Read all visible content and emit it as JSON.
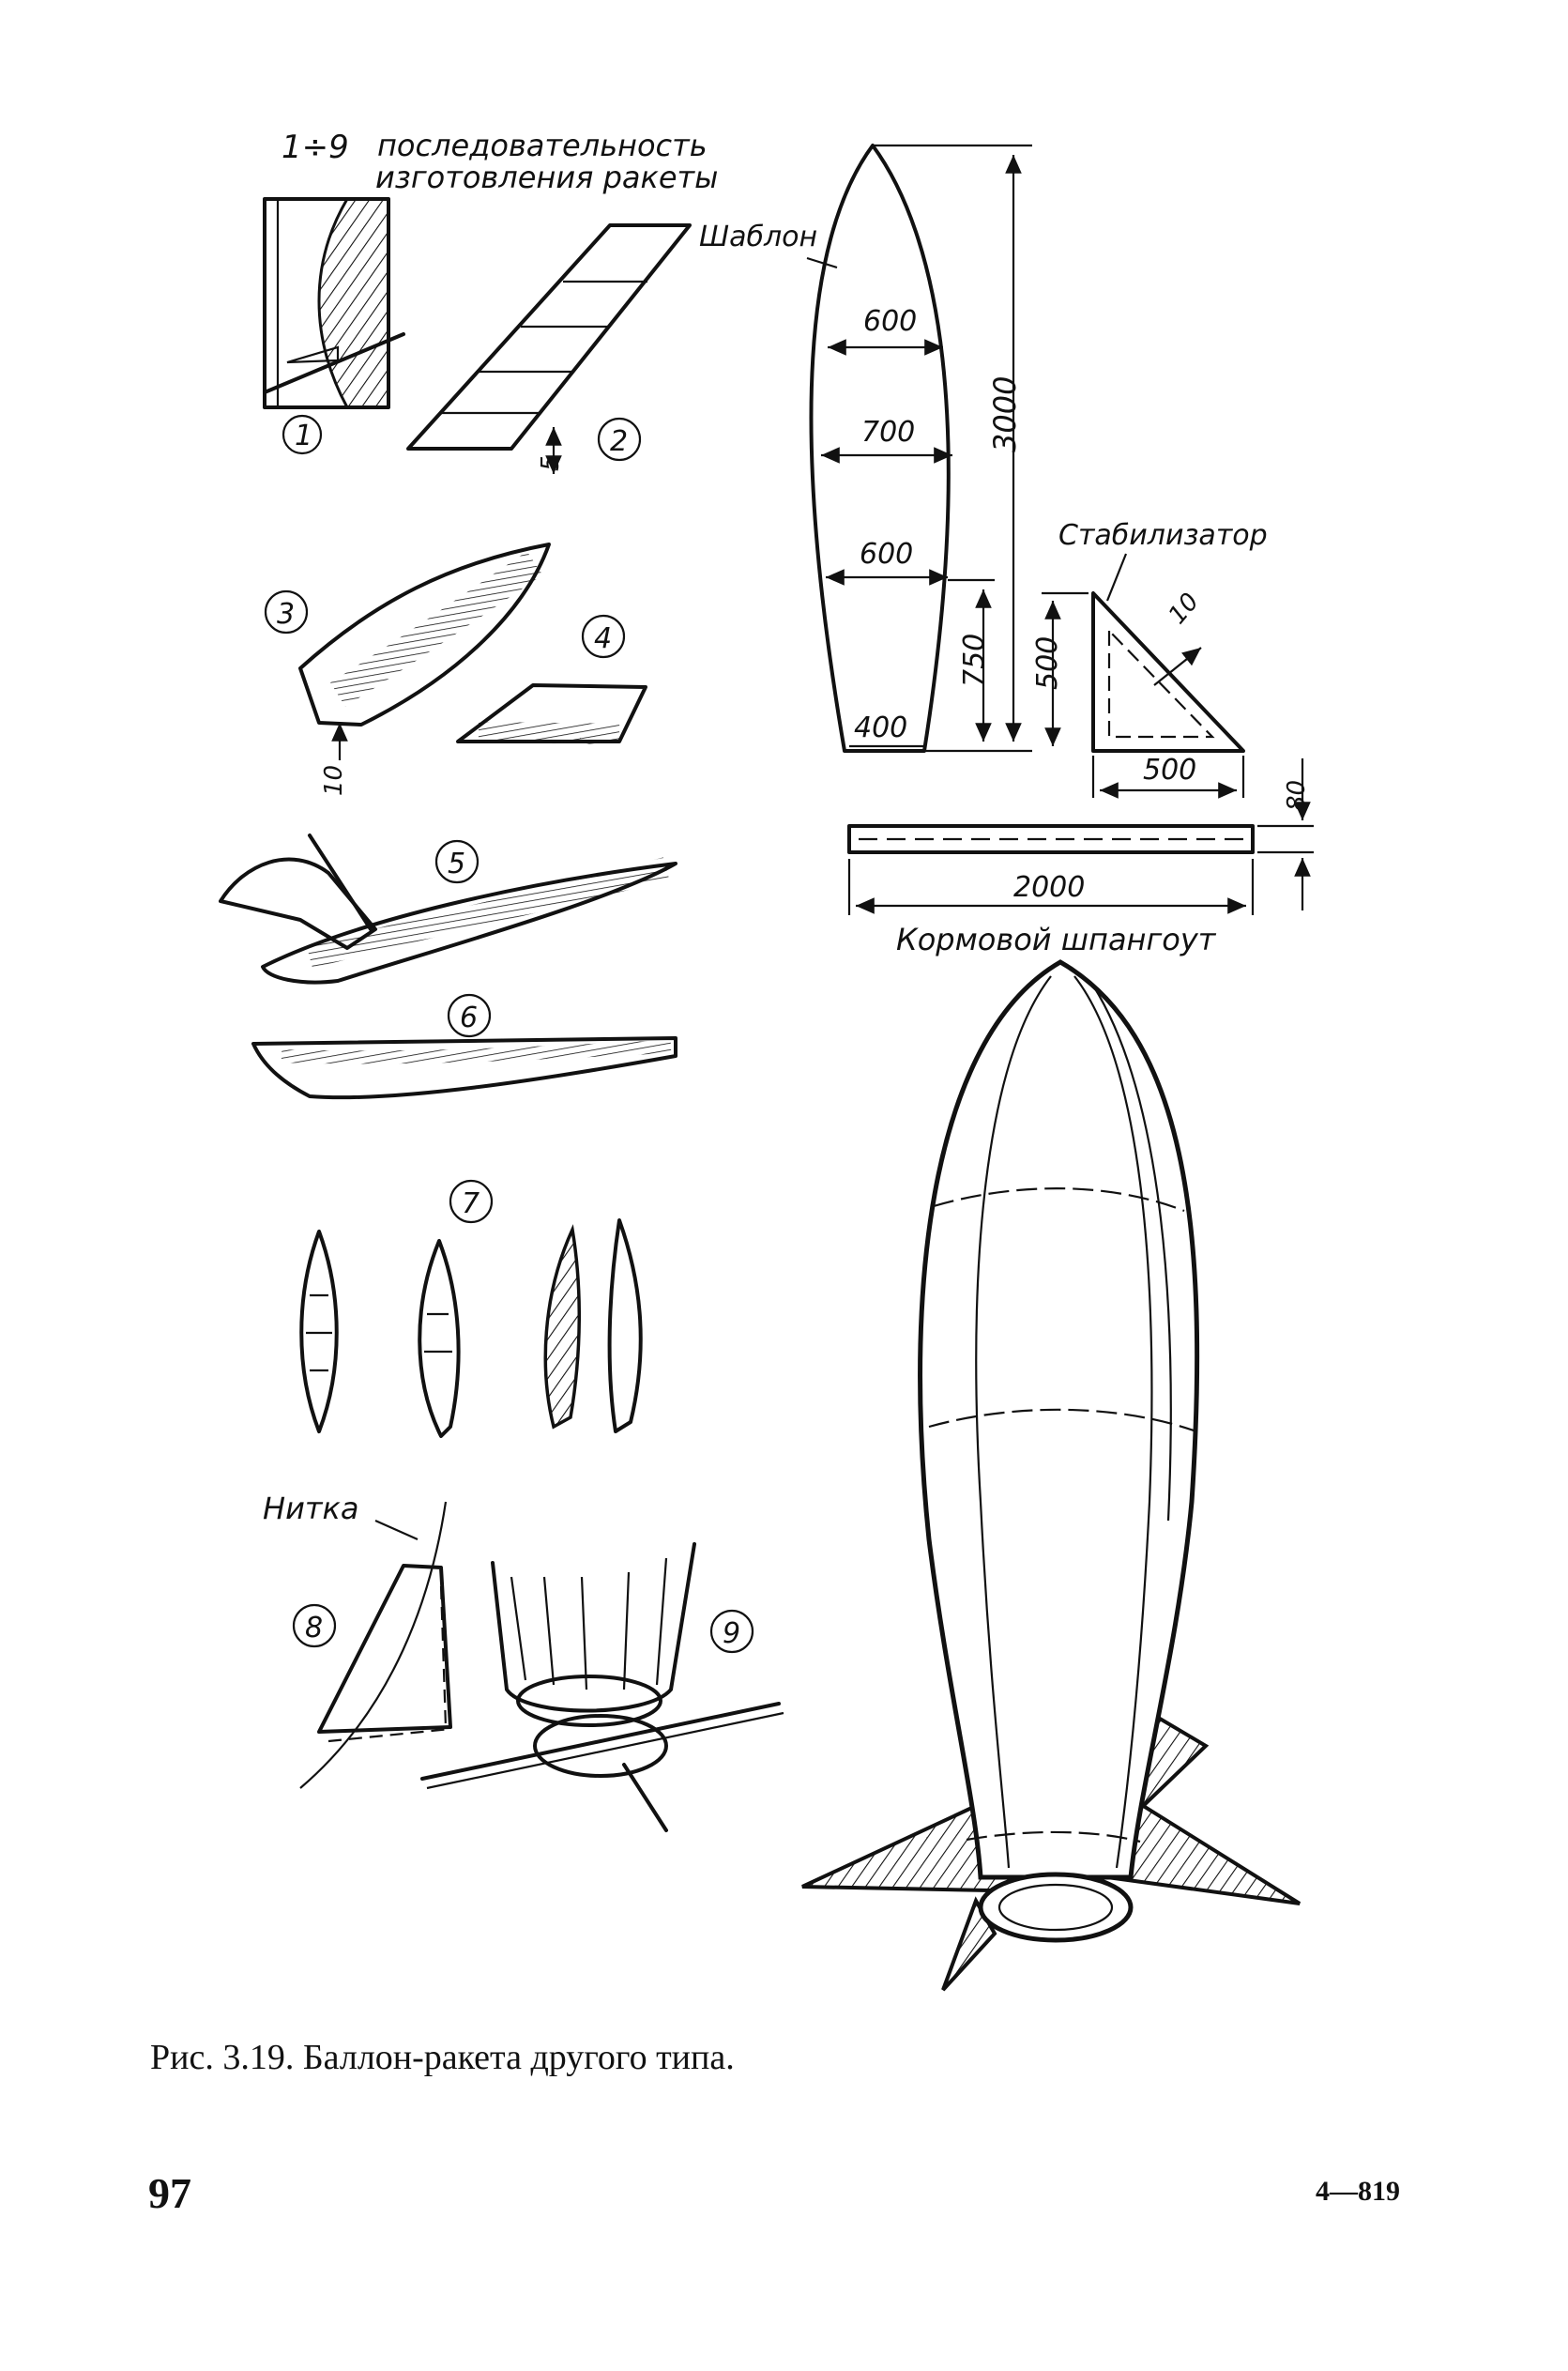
{
  "figure": {
    "sequence_label": {
      "range": "1÷9",
      "line1": "последовательность",
      "line2": "изготовления ракеты"
    },
    "template_label": "Шаблон",
    "stabilizer_label": "Стабилизатор",
    "frame_label": "Кормовой шпангоут",
    "thread_label": "Нитка",
    "dimensions": {
      "w600_top": "600",
      "w700": "700",
      "w600_low": "600",
      "w400": "400",
      "h3000": "3000",
      "h750": "750",
      "h500": "500",
      "stab_width": "500",
      "stab_border": "10",
      "frame_length": "2000",
      "frame_height": "80",
      "step2_gap": "5",
      "step3_gap": "10"
    },
    "steps": [
      "1",
      "2",
      "3",
      "4",
      "5",
      "6",
      "7",
      "8",
      "9"
    ]
  },
  "caption": "Рис. 3.19. Баллон-ракета другого типа.",
  "footer": {
    "page_number": "97",
    "sheet_mark": "4—819"
  }
}
